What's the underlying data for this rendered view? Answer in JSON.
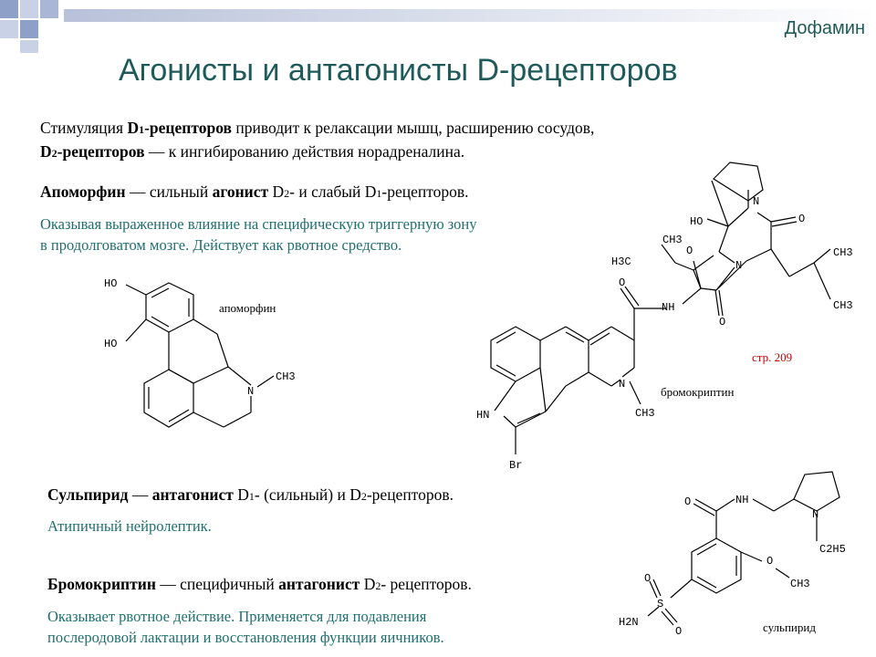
{
  "header": {
    "topic": "Дофамин",
    "title": "Агонисты и антагонисты D-рецепторов"
  },
  "intro": {
    "l1_pre": "Стимуляция ",
    "l1_bold": "D",
    "l1_sub": "1",
    "l1_bold2": "-рецепторов",
    "l1_post": " приводит к релаксации мышц, расширению сосудов,",
    "l2_bold": "D",
    "l2_sub": "2",
    "l2_bold2": "-рецепторов",
    "l2_post": " — к ингибированию действия норадреналина."
  },
  "apomorphine": {
    "name": "Апоморфин",
    "dash": " — сильный ",
    "agonist": "агонист",
    "d": " D",
    "d_sub": "2",
    "rest": "- и слабый D",
    "rest_sub": "1",
    "end": "-рецепторов.",
    "note1": "Оказывая выраженное влияние на специфическую триггерную зону",
    "note2": "в продолговатом мозге. Действует как рвотное средство.",
    "label": "апоморфин"
  },
  "sulpiride": {
    "name": "Сульпирид",
    "dash": " — ",
    "antagonist": "антагонист",
    "d": " D",
    "d_sub": "1",
    "mid": "- (сильный) и D",
    "mid_sub": "2",
    "end": "-рецепторов.",
    "note": "Атипичный нейролептик.",
    "label": "сульпирид"
  },
  "bromocriptine": {
    "name": "Бромокриптин",
    "dash": " — специфичный ",
    "antagonist": "антагонист",
    "d": " D",
    "d_sub": "2",
    "end": "- рецепторов.",
    "note1": "Оказывает рвотное действие. Применяется для подавления",
    "note2": "послеродовой лактации и восстановления функции яичников.",
    "label": "бромокриптин",
    "page_ref": "стр. 209"
  },
  "atoms": {
    "ho": "HO",
    "n": "N",
    "ch3": "CH3",
    "nh": "NH",
    "hn": "HN",
    "br": "Br",
    "o": "O",
    "s": "S",
    "h2n": "H2N",
    "c2h5": "C2H5",
    "h3c": "H3C"
  },
  "colors": {
    "title": "#1f5a5a",
    "teal": "#1f6f6f",
    "page_ref": "#c00000"
  }
}
